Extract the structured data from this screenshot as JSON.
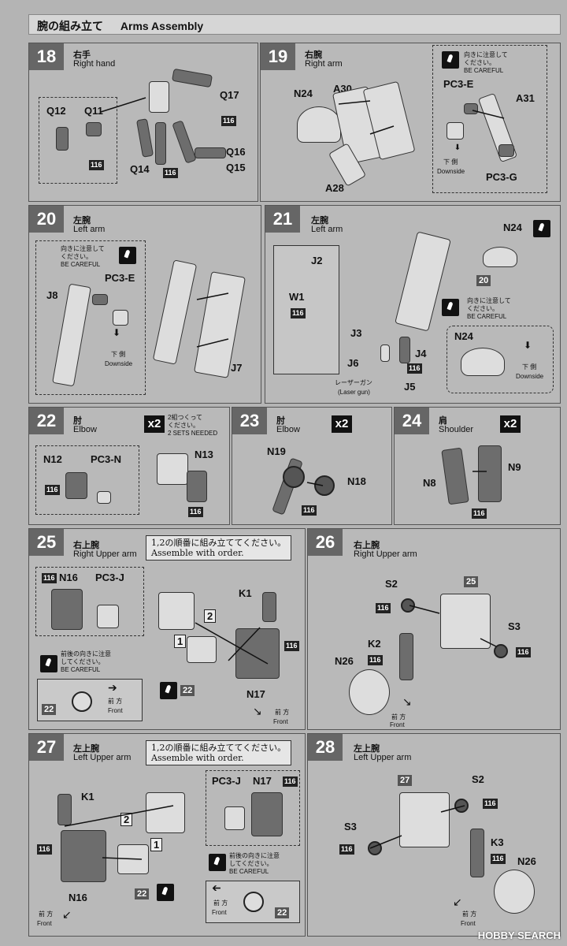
{
  "header": {
    "jp": "腕の組み立て",
    "en": "Arms Assembly"
  },
  "common": {
    "part116": "116",
    "x2": "x2",
    "downside_jp": "下 側",
    "downside_en": "Downside",
    "careful_jp": "向きに注意して\nください。",
    "careful_en": "BE CAREFUL",
    "careful2_jp": "前後の向きに注意\nしてください。",
    "front_jp": "前 方",
    "front_en": "Front",
    "order_jp": "1,2の順番に組み立ててください。",
    "order_en": "Assemble with order.",
    "sets_jp": "2組つくって\nください。",
    "sets_en": "2 SETS NEEDED"
  },
  "steps": [
    {
      "num": "18",
      "jp": "右手",
      "en": "Right hand",
      "labels": [
        "Q12",
        "Q11",
        "Q17",
        "Q16",
        "Q14",
        "Q15"
      ]
    },
    {
      "num": "19",
      "jp": "右腕",
      "en": "Right arm",
      "labels": [
        "N24",
        "A30",
        "A28",
        "PC3-E",
        "A31",
        "PC3-G"
      ]
    },
    {
      "num": "20",
      "jp": "左腕",
      "en": "Left arm",
      "labels": [
        "J8",
        "PC3-E",
        "J7"
      ],
      "ref": "20"
    },
    {
      "num": "21",
      "jp": "左腕",
      "en": "Left arm",
      "labels": [
        "J2",
        "W1",
        "J3",
        "J6",
        "J4",
        "J5",
        "N24",
        "N24"
      ],
      "laser_jp": "レーザーガン",
      "laser_en": "(Laser gun)"
    },
    {
      "num": "22",
      "jp": "肘",
      "en": "Elbow",
      "labels": [
        "N12",
        "PC3-N",
        "N13"
      ]
    },
    {
      "num": "23",
      "jp": "肘",
      "en": "Elbow",
      "labels": [
        "N19",
        "N18"
      ]
    },
    {
      "num": "24",
      "jp": "肩",
      "en": "Shoulder",
      "labels": [
        "N8",
        "N9"
      ]
    },
    {
      "num": "25",
      "jp": "右上腕",
      "en": "Right Upper arm",
      "labels": [
        "N16",
        "PC3-J",
        "K1",
        "N17"
      ],
      "ref": "22",
      "order": [
        "2",
        "1"
      ]
    },
    {
      "num": "26",
      "jp": "右上腕",
      "en": "Right Upper arm",
      "labels": [
        "S2",
        "S3",
        "K2",
        "N26"
      ],
      "ref": "25"
    },
    {
      "num": "27",
      "jp": "左上腕",
      "en": "Left Upper arm",
      "labels": [
        "K1",
        "PC3-J",
        "N17",
        "N16"
      ],
      "ref": "22",
      "order": [
        "2",
        "1"
      ]
    },
    {
      "num": "28",
      "jp": "左上腕",
      "en": "Left Upper arm",
      "labels": [
        "S2",
        "S3",
        "K3",
        "N26"
      ],
      "ref": "27"
    }
  ],
  "watermark": "HOBBY SEARCH"
}
